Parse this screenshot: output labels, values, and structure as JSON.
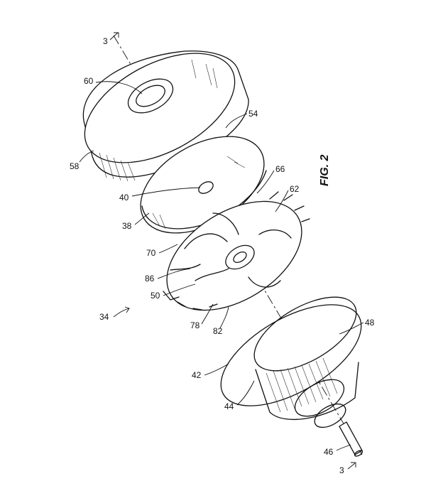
{
  "figure": {
    "caption": "FIG. 2"
  },
  "reference_numerals": {
    "assembly": "34",
    "section_top": "3",
    "section_bottom": "3",
    "r60": "60",
    "r54": "54",
    "r58": "58",
    "r40": "40",
    "r38": "38",
    "r66": "66",
    "r62": "62",
    "r70": "70",
    "r86": "86",
    "r50": "50",
    "r78": "78",
    "r82": "82",
    "r48": "48",
    "r42": "42",
    "r44": "44",
    "r46": "46"
  }
}
